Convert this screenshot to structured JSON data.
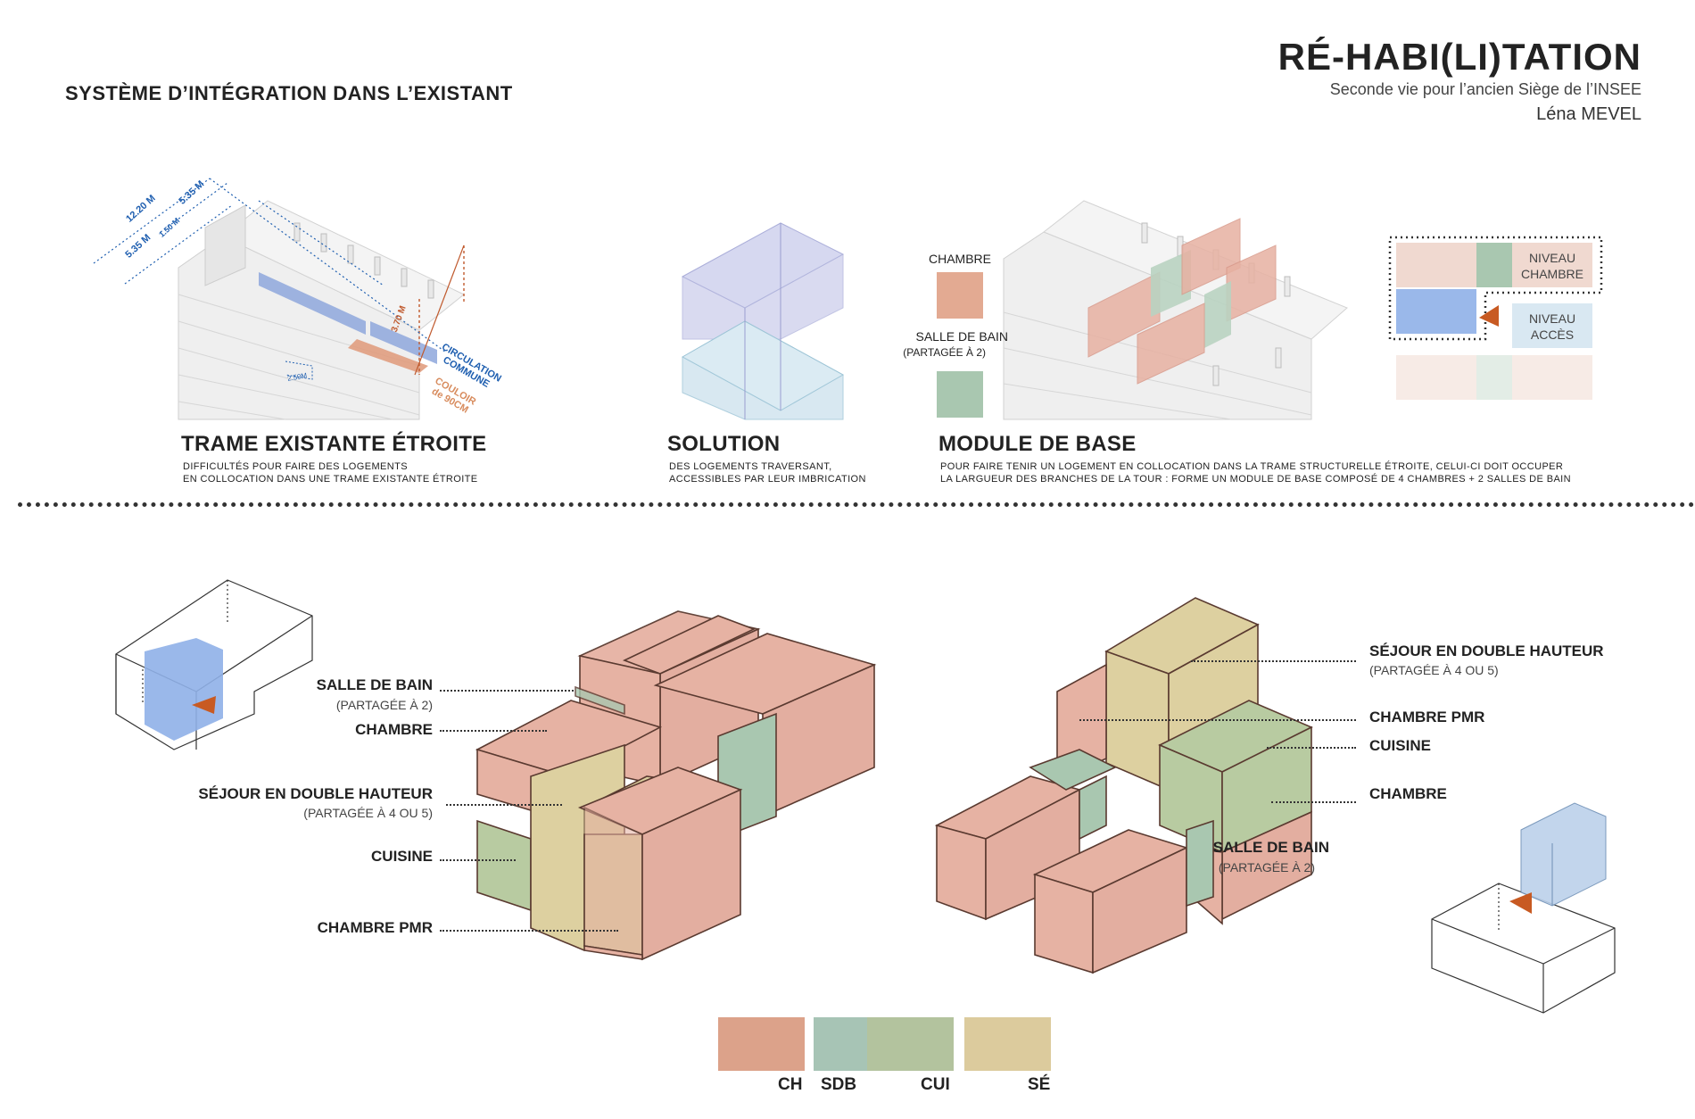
{
  "header": {
    "section_title": "SYSTÈME D’INTÉGRATION DANS L’EXISTANT",
    "project_title": "RÉ-HABI(LI)TATION",
    "subtitle": "Seconde vie pour l’ancien Siège de l’INSEE",
    "author": "Léna MEVEL"
  },
  "panel_trame": {
    "title": "TRAME EXISTANTE ÉTROITE",
    "text_line1": "DIFFICULTÉS POUR FAIRE DES LOGEMENTS",
    "text_line2": "EN COLLOCATION DANS UNE TRAME EXISTANTE ÉTROITE",
    "dim_1": "12.20 M",
    "dim_2": "5.35 M",
    "dim_3": "1.50 M",
    "dim_4": "5.35 M",
    "dim_height": "3.70 M",
    "dim_small": "2.50M",
    "label_circulation_1": "CIRCULATION",
    "label_circulation_2": "COMMUNE",
    "label_couloir_1": "COULOIR",
    "label_couloir_2": "de 90CM"
  },
  "panel_solution": {
    "title": "SOLUTION",
    "text_line1": "DES LOGEMENTS TRAVERSANT,",
    "text_line2": "ACCESSIBLES PAR LEUR IMBRICATION"
  },
  "panel_module": {
    "title": "MODULE DE BASE",
    "text_line1": "POUR FAIRE TENIR UN LOGEMENT EN COLLOCATION DANS LA TRAME STRUCTURELLE ÉTROITE, CELUI-CI DOIT OCCUPER",
    "text_line2": "LA LARGUEUR DES BRANCHES DE LA TOUR : FORME UN MODULE DE BASE COMPOSÉ DE 4 CHAMBRES + 2 SALLES DE BAIN",
    "key_chambre": "CHAMBRE",
    "key_sdb_1": "SALLE DE BAIN",
    "key_sdb_2": "(PARTAGÉE À 2)"
  },
  "panel_niveaux": {
    "niveau_chambre_1": "NIVEAU",
    "niveau_chambre_2": "CHAMBRE",
    "niveau_acces_1": "NIVEAU",
    "niveau_acces_2": "ACCÈS"
  },
  "diagram_left": {
    "sdb": "SALLE DE BAIN",
    "sdb_sub": "(PARTAGÉE À 2)",
    "chambre": "CHAMBRE",
    "sejour": "SÉJOUR EN DOUBLE HAUTEUR",
    "sejour_sub": "(PARTAGÉE À 4 OU 5)",
    "cuisine": "CUISINE",
    "chambre_pmr": "CHAMBRE PMR"
  },
  "diagram_right": {
    "sejour": "SÉJOUR EN DOUBLE HAUTEUR",
    "sejour_sub": "(PARTAGÉE À 4 OU 5)",
    "chambre_pmr": "CHAMBRE PMR",
    "cuisine": "CUISINE",
    "chambre": "CHAMBRE",
    "sdb": "SALLE DE BAIN",
    "sdb_sub": "(PARTAGÉE À 2)"
  },
  "legend": {
    "items": [
      {
        "code": "CH",
        "color": "#dca28a"
      },
      {
        "code": "SDB",
        "color": "#a7c4b5"
      },
      {
        "code": "CUI",
        "color": "#b3c39e"
      },
      {
        "code": "SÉ",
        "color": "#dccb9d"
      }
    ]
  },
  "colors": {
    "chambre": "#e2b3a5",
    "sdb": "#a9c6b4",
    "cuisine": "#b8cba1",
    "sejour": "#ddd0a0",
    "blue": "#9db7e6",
    "orange": "#c85a22",
    "dim_blue": "#1f5fb0"
  }
}
